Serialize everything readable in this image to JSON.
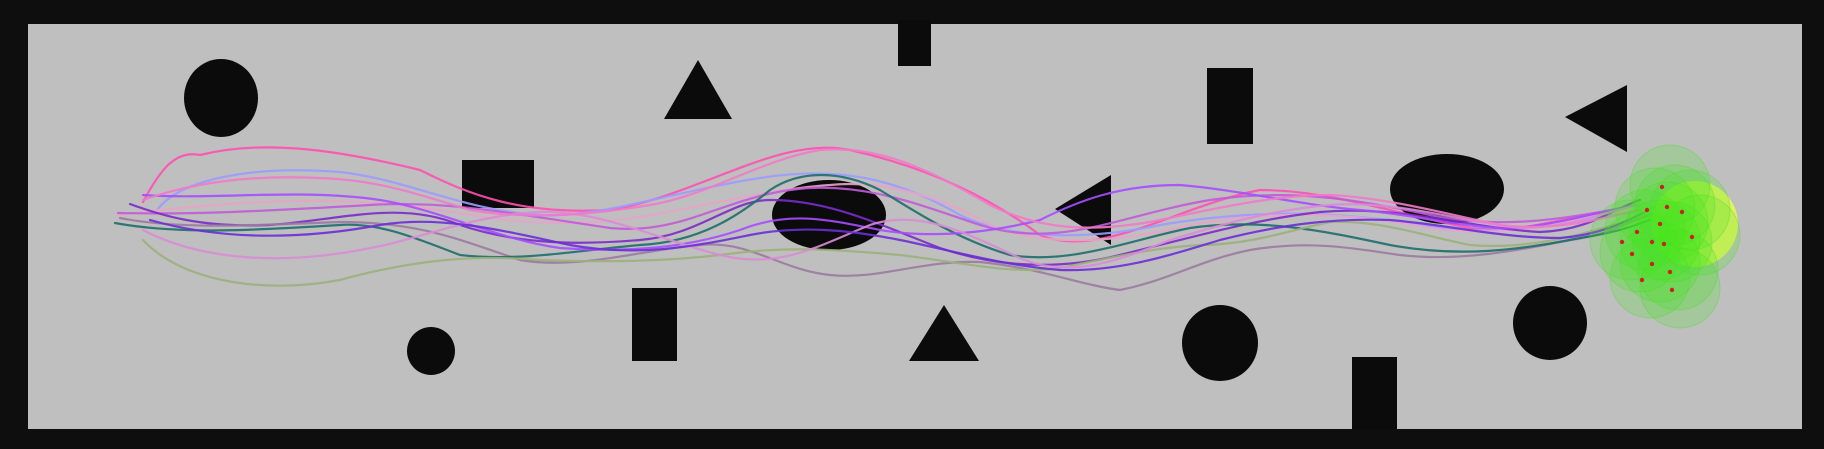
{
  "environment": {
    "type": "navigation-maze",
    "background_color": "#0e0e0e",
    "floor_color": "#bfbfbf",
    "obstacle_color": "#0b0b0b"
  },
  "obstacles": [
    {
      "shape": "ellipse"
    },
    {
      "shape": "square"
    },
    {
      "shape": "circle"
    },
    {
      "shape": "triangle-up"
    },
    {
      "shape": "rectangle"
    },
    {
      "shape": "rectangle"
    },
    {
      "shape": "ellipse"
    },
    {
      "shape": "triangle-up"
    },
    {
      "shape": "triangle-left"
    },
    {
      "shape": "rectangle"
    },
    {
      "shape": "circle"
    },
    {
      "shape": "ellipse"
    },
    {
      "shape": "triangle-left"
    },
    {
      "shape": "circle"
    },
    {
      "shape": "rectangle"
    }
  ],
  "goal": {
    "label": "goal-region",
    "fill_color": "#e8f55a"
  },
  "agents": {
    "count": 15,
    "color": "#43e21f",
    "marker_color": "#cc1f1f"
  },
  "trajectories": [
    {
      "color": "#ff4fb0"
    },
    {
      "color": "#9b9bff"
    },
    {
      "color": "#e6a4c8"
    },
    {
      "color": "#c05ad8"
    },
    {
      "color": "#7a2bc7"
    },
    {
      "color": "#9a7aa0"
    },
    {
      "color": "#1e6e6a"
    },
    {
      "color": "#9bb07a"
    },
    {
      "color": "#a64dff"
    },
    {
      "color": "#d98bd6"
    },
    {
      "color": "#6a2fd6"
    },
    {
      "color": "#f07ac8"
    }
  ]
}
